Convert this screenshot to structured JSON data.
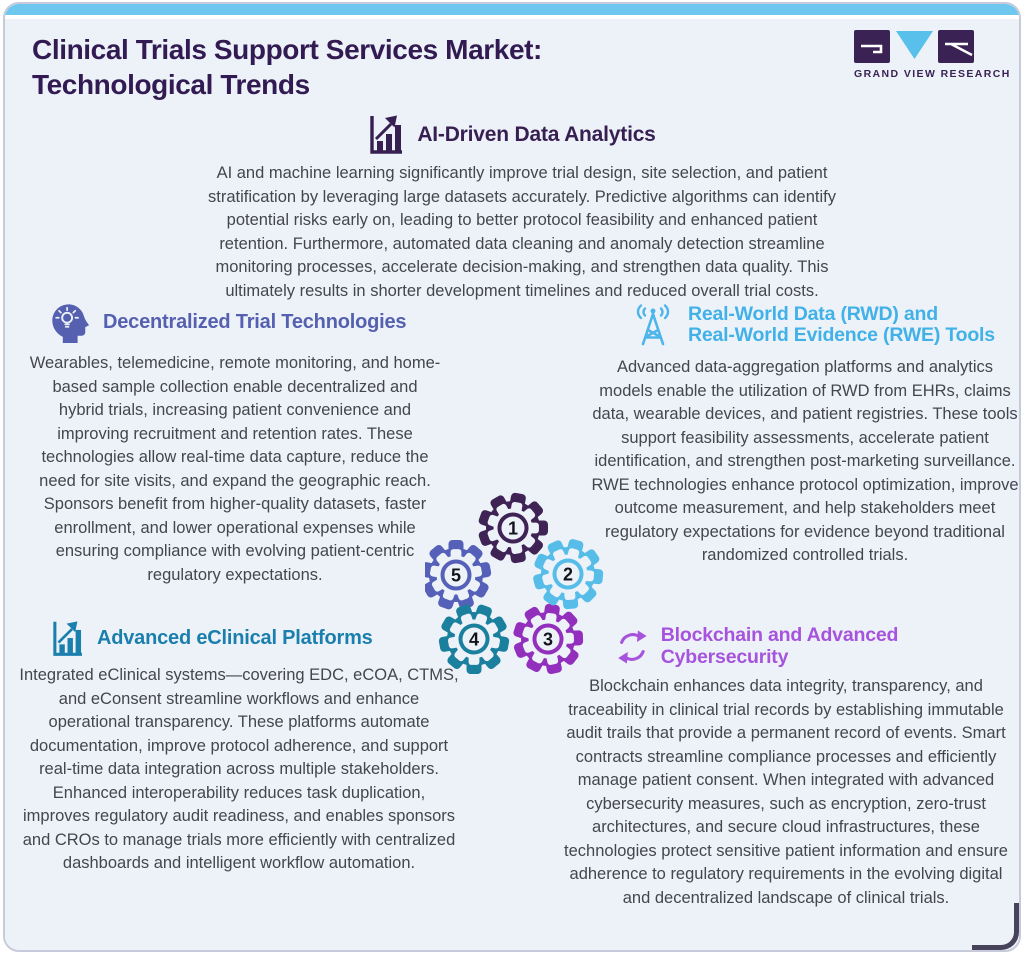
{
  "header": {
    "title_line1": "Clinical Trials Support Services Market:",
    "title_line2": "Technological Trends",
    "logo_text": "GRAND VIEW RESEARCH"
  },
  "colors": {
    "top_bar": "#6dc7ee",
    "card_background": "#edf2f9",
    "title_text": "#321a52",
    "body_text": "#45454f",
    "ai_accent": "#371f51",
    "decentralized_accent": "#5560b0",
    "rwd_accent": "#41b1e8",
    "eclinical_accent": "#1b7fae",
    "blockchain_accent": "#a653dd"
  },
  "sections": {
    "ai": {
      "heading": "AI-Driven Data Analytics",
      "icon": "bar-chart-growth-icon",
      "body": "AI and machine learning significantly improve trial design, site selection, and patient stratification by leveraging large datasets accurately. Predictive algorithms can identify potential risks early on, leading to better protocol feasibility and enhanced patient retention. Furthermore, automated data cleaning and anomaly detection streamline monitoring processes, accelerate decision-making, and strengthen data quality. This ultimately results in shorter development timelines and reduced overall trial costs."
    },
    "decentralized": {
      "heading": "Decentralized Trial Technologies",
      "icon": "head-lightbulb-icon",
      "body": "Wearables, telemedicine, remote monitoring, and home-based sample collection enable decentralized and hybrid trials, increasing patient convenience and improving recruitment and retention rates. These technologies allow real-time data capture, reduce the need for site visits, and expand the geographic reach. Sponsors benefit from higher-quality datasets, faster enrollment, and lower operational expenses while ensuring compliance with evolving patient-centric regulatory expectations."
    },
    "rwd": {
      "heading_line1": "Real-World Data (RWD) and",
      "heading_line2": "Real-World Evidence (RWE) Tools",
      "icon": "radio-tower-icon",
      "body": "Advanced data-aggregation platforms and analytics models enable the utilization of RWD from EHRs, claims data, wearable devices, and patient registries. These tools support feasibility assessments, accelerate patient identification, and strengthen post-marketing surveillance. RWE technologies enhance protocol optimization, improve outcome measurement, and help stakeholders meet regulatory expectations for evidence beyond traditional randomized controlled trials."
    },
    "eclinical": {
      "heading": "Advanced eClinical Platforms",
      "icon": "bar-chart-growth-icon",
      "body": "Integrated eClinical systems—covering EDC, eCOA, CTMS, and eConsent streamline workflows and enhance operational transparency. These platforms automate documentation, improve protocol adherence, and support real-time data integration across multiple stakeholders. Enhanced interoperability reduces task duplication, improves regulatory audit readiness, and enables sponsors and CROs to manage trials more efficiently with centralized dashboards and intelligent workflow automation."
    },
    "blockchain": {
      "heading": "Blockchain and Advanced Cybersecurity",
      "icon": "circular-arrows-icon",
      "body": "Blockchain enhances data integrity, transparency, and traceability in clinical trial records by establishing immutable audit trails that provide a permanent record of events. Smart contracts streamline compliance processes and efficiently manage patient consent. When integrated with advanced cybersecurity measures, such as encryption, zero-trust architectures, and secure cloud infrastructures, these technologies protect sensitive patient information and ensure adherence to regulatory requirements in the evolving digital and decentralized landscape of clinical trials."
    }
  },
  "gears": [
    {
      "number": "1",
      "color": "#3f2355"
    },
    {
      "number": "2",
      "color": "#56bde9"
    },
    {
      "number": "3",
      "color": "#9230bd"
    },
    {
      "number": "4",
      "color": "#1b7f9e"
    },
    {
      "number": "5",
      "color": "#5560b8"
    }
  ]
}
